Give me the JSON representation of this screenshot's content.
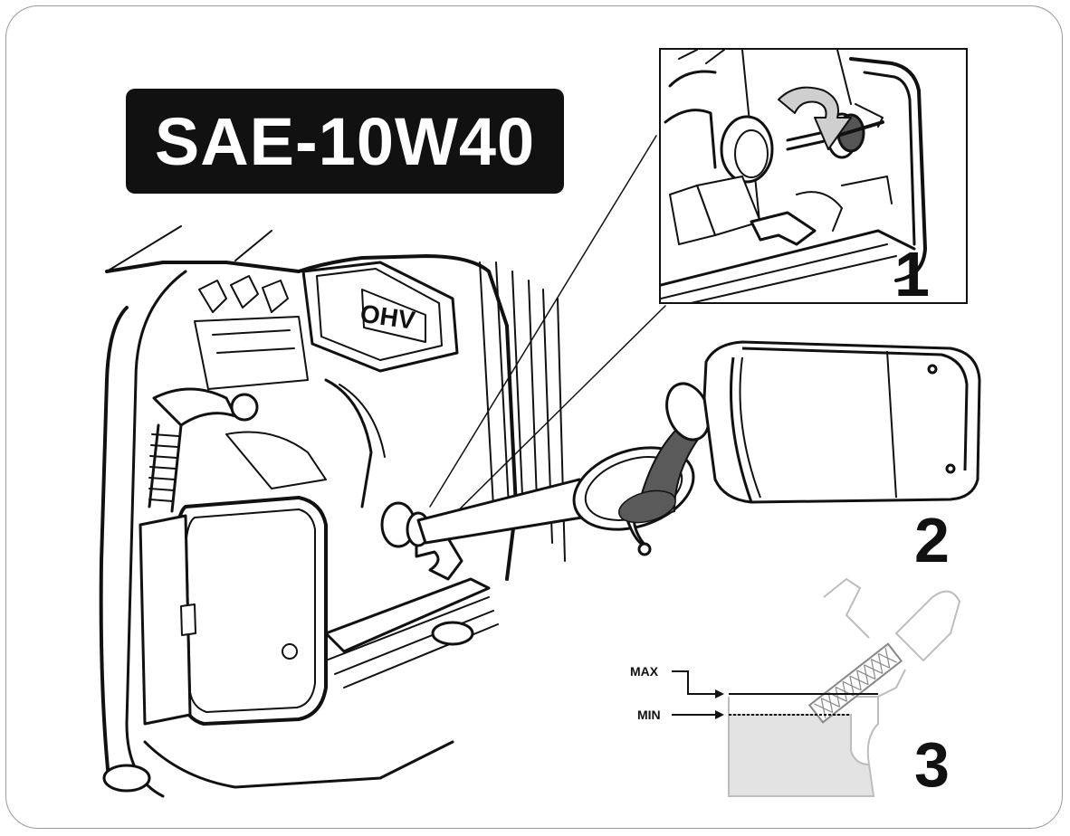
{
  "oil_grade": "SAE-10W40",
  "engine_badge": "OHV",
  "steps": [
    "1",
    "2",
    "3"
  ],
  "gauge": {
    "max_label": "MAX",
    "min_label": "MIN"
  },
  "colors": {
    "ink": "#111111",
    "badge_bg": "#111111",
    "oil": "#5a5a5a",
    "gauge_fill": "#e3e3e3",
    "gauge_outline": "#bdbdbd"
  },
  "icons": [
    "oil-cap-unscrew-icon",
    "oil-bottle-icon",
    "funnel-icon",
    "dipstick-icon"
  ]
}
